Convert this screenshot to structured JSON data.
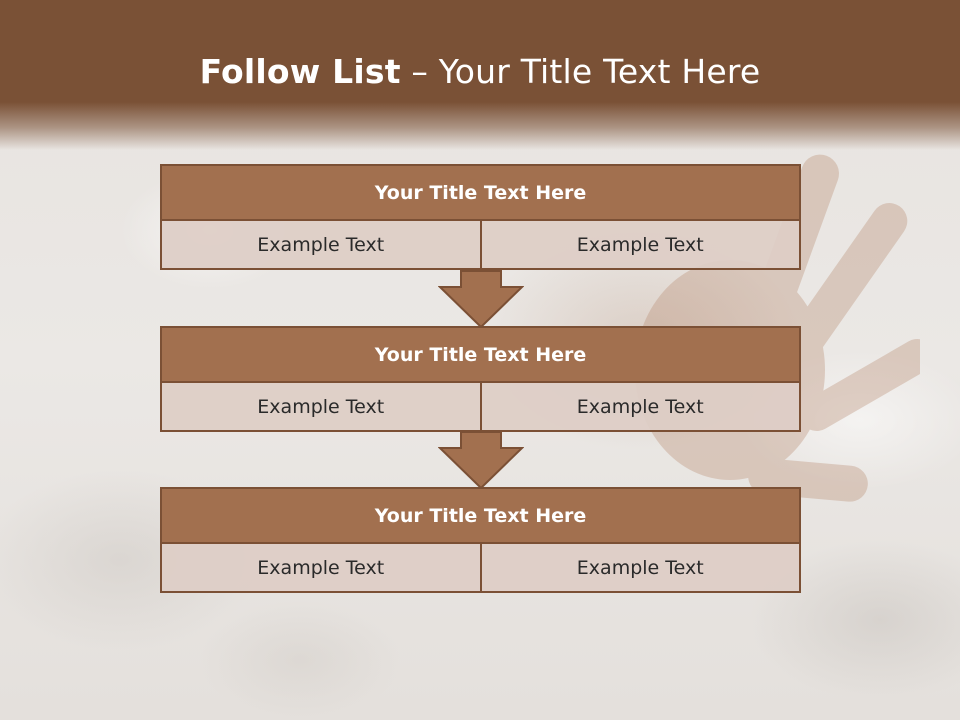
{
  "slide": {
    "title_bold": "Follow List",
    "title_rest": " – Your Title Text Here"
  },
  "blocks": [
    {
      "title": "Your Title Text Here",
      "cells": [
        "Example Text",
        "Example Text"
      ]
    },
    {
      "title": "Your Title Text Here",
      "cells": [
        "Example Text",
        "Example Text"
      ]
    },
    {
      "title": "Your Title Text Here",
      "cells": [
        "Example Text",
        "Example Text"
      ]
    }
  ],
  "colors": {
    "header": "#7a5136",
    "block_title": "#a2704f",
    "border": "#7b5035",
    "cell": "#decec6"
  }
}
